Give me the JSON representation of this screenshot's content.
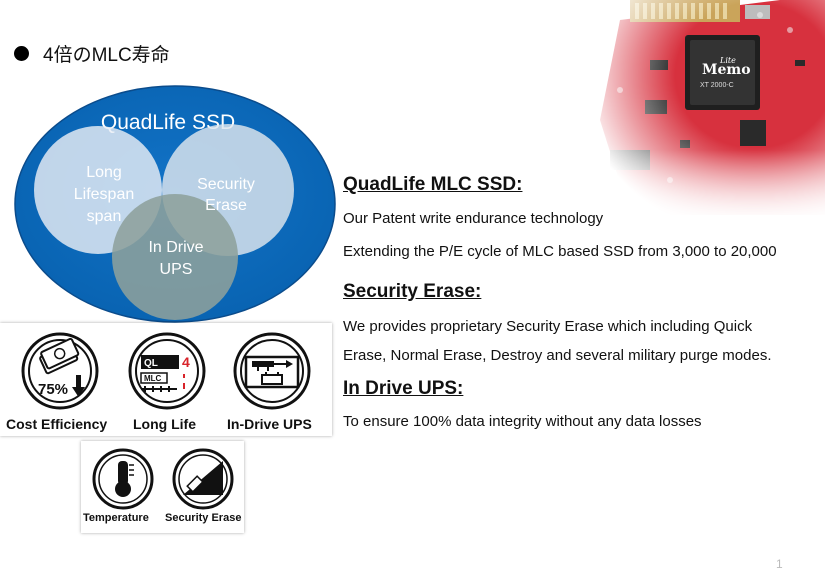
{
  "slide": {
    "title": "4倍のMLC寿命",
    "page_number": "1"
  },
  "venn": {
    "title": "QuadLife SSD",
    "circle_long_line1": "Long",
    "circle_long_line2": "Lifespan",
    "circle_long_line3": "span",
    "circle_security_line1": "Security",
    "circle_security_line2": "Erase",
    "circle_ups_line1": "In Drive",
    "circle_ups_line2": "UPS"
  },
  "pcb_photo": {
    "chip_brand": "Memo",
    "chip_sub": "Lite",
    "chip_model": "XT 2000-C"
  },
  "icons": {
    "cost_efficiency": {
      "label": "Cost Efficiency",
      "value": "75%"
    },
    "long_life": {
      "label": "Long Life",
      "text_ql": "QL",
      "text_mlc": "MLC",
      "text_4": "4"
    },
    "in_drive_ups": {
      "label": "In-Drive UPS"
    },
    "temperature": {
      "label": "Temperature"
    },
    "security_erase": {
      "label": "Security Erase"
    }
  },
  "sections": [
    {
      "heading": "QuadLife MLC SSD:",
      "line1": "Our Patent write endurance technology",
      "line2": "Extending the P/E cycle of MLC based SSD from 3,000 to 20,000"
    },
    {
      "heading": "Security Erase:",
      "line1": "We provides proprietary Security Erase which including Quick",
      "line2": "Erase, Normal Erase, Destroy and several military purge modes."
    },
    {
      "heading": "In Drive UPS:",
      "line1": "To ensure 100% data integrity without any data losses"
    }
  ]
}
